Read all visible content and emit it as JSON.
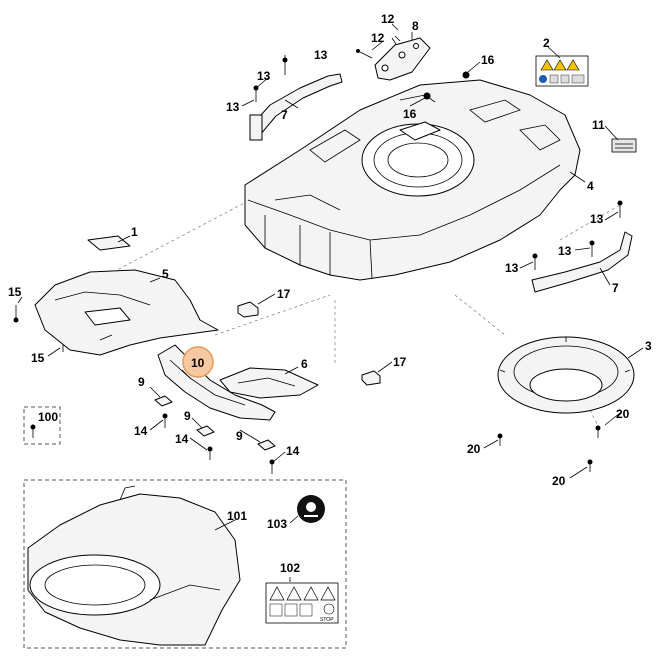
{
  "labels": {
    "p1": "1",
    "p2": "2",
    "p3": "3",
    "p4": "4",
    "p5": "5",
    "p6": "6",
    "p7a": "7",
    "p7b": "7",
    "p8": "8",
    "p9a": "9",
    "p9b": "9",
    "p9c": "9",
    "p10": "10",
    "p11": "11",
    "p12a": "12",
    "p12b": "12",
    "p13a": "13",
    "p13b": "13",
    "p13c": "13",
    "p13d": "13",
    "p13e": "13",
    "p13f": "13",
    "p14a": "14",
    "p14b": "14",
    "p14c": "14",
    "p15a": "15",
    "p15b": "15",
    "p16a": "16",
    "p16b": "16",
    "p17a": "17",
    "p17b": "17",
    "p20a": "20",
    "p20b": "20",
    "p20c": "20",
    "p100": "100",
    "p101": "101",
    "p102": "102",
    "p103": "103"
  },
  "stop_text": "STOP",
  "colors": {
    "highlight_fill": "#f6c9a2",
    "highlight_stroke": "#e79a5a",
    "warning_yellow": "#f4c400",
    "mandatory_blue": "#1a5fb4"
  }
}
